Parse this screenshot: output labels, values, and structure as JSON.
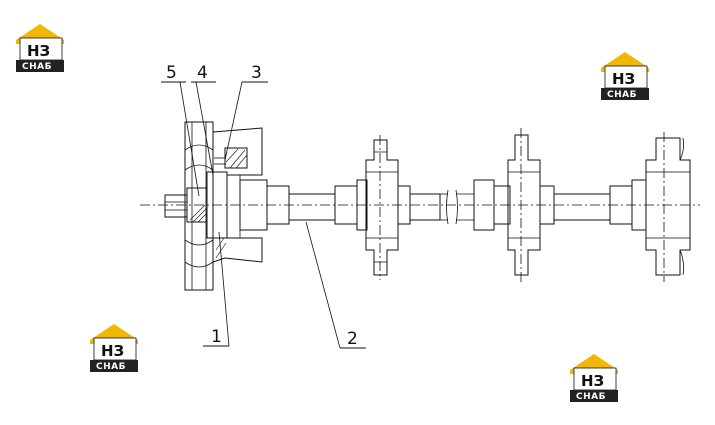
{
  "logo": {
    "mark": "НЗ",
    "name": "СНАБ",
    "colors": {
      "roof": "#f2b705",
      "band": "#222222"
    }
  },
  "callouts": [
    {
      "id": "5",
      "label": "5"
    },
    {
      "id": "4",
      "label": "4"
    },
    {
      "id": "3",
      "label": "3"
    },
    {
      "id": "1",
      "label": "1"
    },
    {
      "id": "2",
      "label": "2"
    }
  ]
}
